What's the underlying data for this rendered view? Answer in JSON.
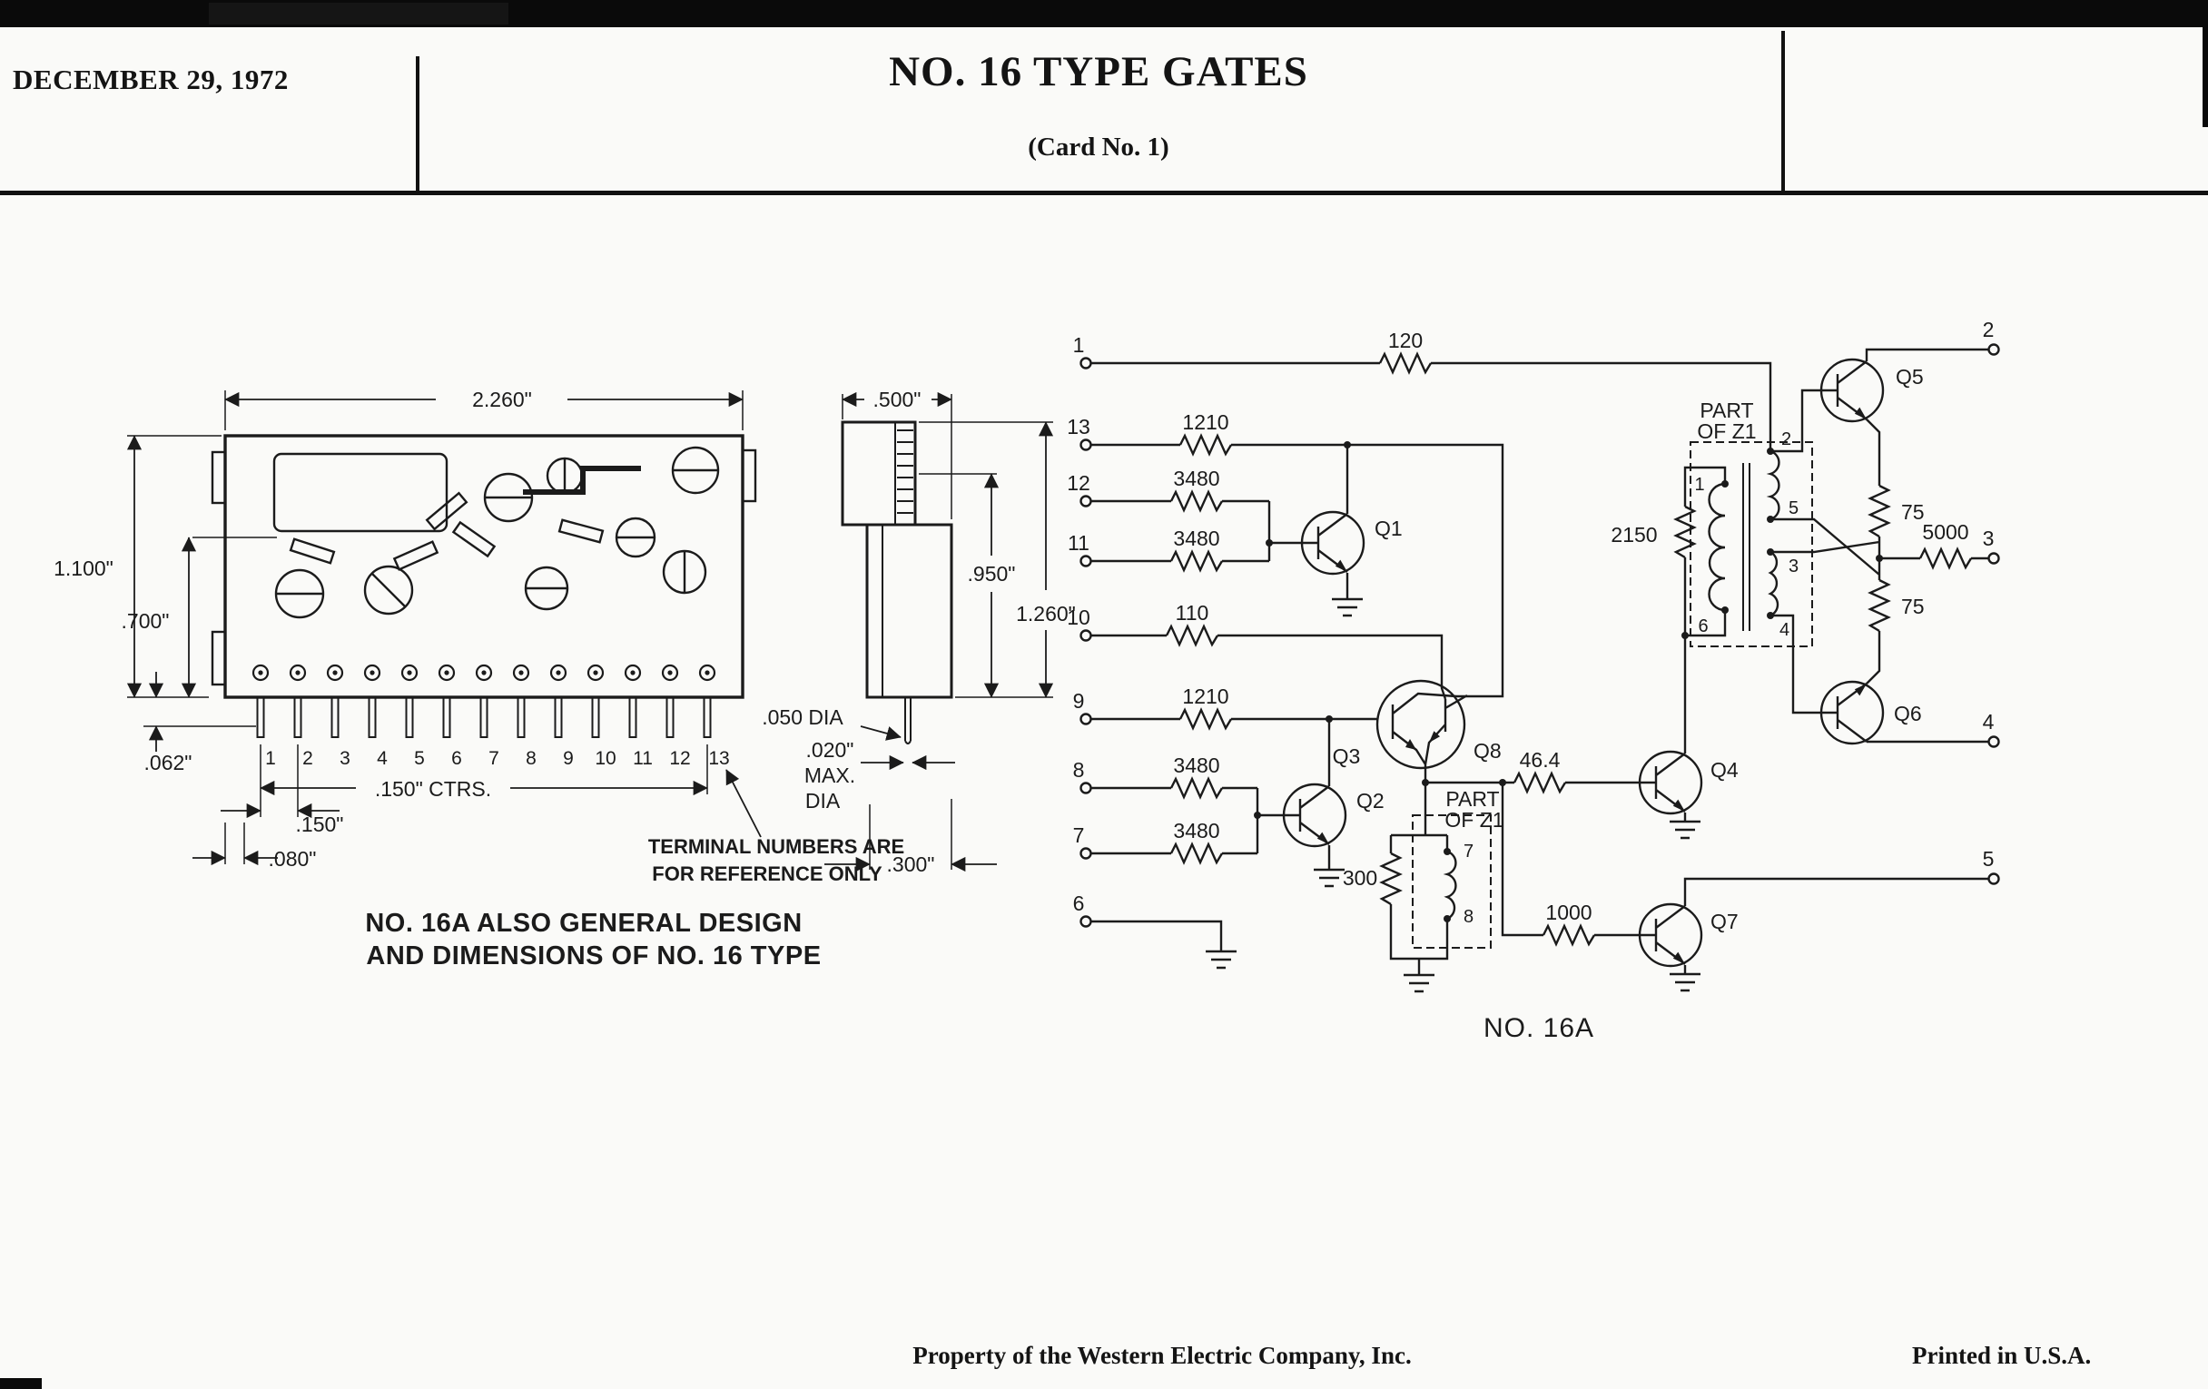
{
  "header": {
    "date": "DECEMBER 29, 1972",
    "title": "NO. 16 TYPE GATES",
    "subtitle": "(Card No. 1)"
  },
  "footer": {
    "property": "Property of the Western Electric Company, Inc.",
    "printed": "Printed in U.S.A."
  },
  "front_view": {
    "dims": {
      "width": "2.260\"",
      "height": "1.100\"",
      "inner": ".700\"",
      "offset": ".062\"",
      "pin_pitch": ".150\"",
      "edge": ".080\"",
      "centers": ".150\" CTRS."
    },
    "pins": [
      "1",
      "2",
      "3",
      "4",
      "5",
      "6",
      "7",
      "8",
      "9",
      "10",
      "11",
      "12",
      "13"
    ],
    "terminal_note": [
      "TERMINAL NUMBERS ARE",
      "FOR REFERENCE ONLY"
    ],
    "design_note": [
      "NO. 16A ALSO GENERAL DESIGN",
      "AND DIMENSIONS OF NO. 16 TYPE"
    ]
  },
  "side_view": {
    "dims": {
      "width": ".500\"",
      "body": ".950\"",
      "total": "1.260\"",
      "pin_dia": ".050 DIA",
      "pin_dia_max": [
        ".020\"",
        "MAX.",
        "DIA"
      ],
      "pin_span": ".300\""
    }
  },
  "schematic": {
    "title": "NO. 16A",
    "left_terminals": [
      "1",
      "13",
      "12",
      "11",
      "10",
      "9",
      "8",
      "7",
      "6"
    ],
    "right_terminals": [
      "2",
      "3",
      "4",
      "5"
    ],
    "resistors": {
      "r120": "120",
      "r1210a": "1210",
      "r1210b": "1210",
      "r3480a": "3480",
      "r3480b": "3480",
      "r3480c": "3480",
      "r3480d": "3480",
      "r110": "110",
      "r2150": "2150",
      "r75a": "75",
      "r75b": "75",
      "r5000": "5000",
      "r46": "46.4",
      "r1000": "1000",
      "r300": "300"
    },
    "transistors": {
      "q1": "Q1",
      "q2": "Q2",
      "q3": "Q3",
      "q4": "Q4",
      "q5": "Q5",
      "q6": "Q6",
      "q7": "Q7",
      "q8": "Q8"
    },
    "z1a": {
      "label": [
        "PART",
        "OF Z1"
      ],
      "pins": {
        "p1": "1",
        "p2": "2",
        "p3": "3",
        "p4": "4",
        "p5": "5",
        "p6": "6"
      }
    },
    "z1b": {
      "label": [
        "PART",
        "OF Z1"
      ],
      "pins": {
        "p7": "7",
        "p8": "8"
      }
    }
  }
}
